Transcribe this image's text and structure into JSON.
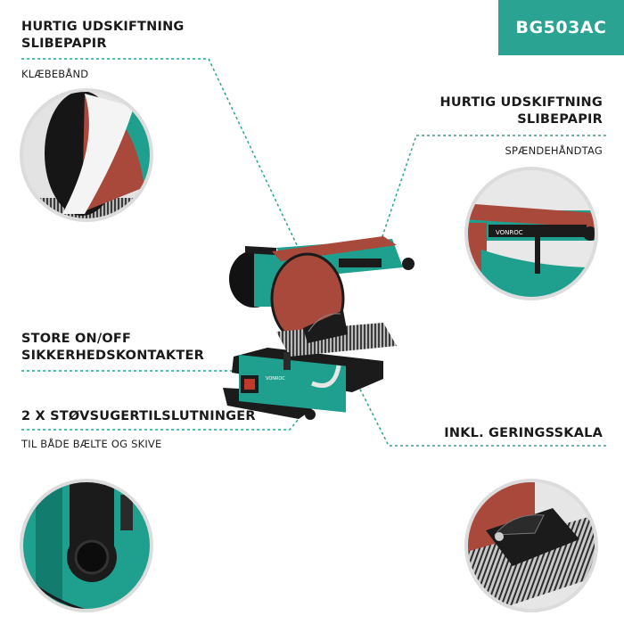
{
  "badge": {
    "model": "BG503AC",
    "color": "#2aa392"
  },
  "features": [
    {
      "title_line1": "HURTIG UDSKIFTNING",
      "title_line2": "SLIBEPAPIR",
      "subtitle": "KLÆBEBÅND",
      "icon": "disc-adhesive-closeup"
    },
    {
      "title_line1": "HURTIG UDSKIFTNING",
      "title_line2": "SLIBEPAPIR",
      "subtitle": "SPÆNDEHÅNDTAG",
      "icon": "belt-tension-lever-closeup"
    },
    {
      "title_line1": "STORE ON/OFF",
      "title_line2": "SIKKERHEDSKONTAKTER",
      "subtitle": "",
      "icon": ""
    },
    {
      "title_line1": "2 X STØVSUGERTILSLUTNINGER",
      "title_line2": "",
      "subtitle": "TIL BÅDE BÆLTE OG SKIVE",
      "icon": "dust-port-closeup"
    },
    {
      "title_line1": "INKL. GERINGSSKALA",
      "title_line2": "",
      "subtitle": "",
      "icon": "miter-gauge-closeup"
    }
  ],
  "product": {
    "brand_label": "VONROC",
    "icon": "belt-disc-sander"
  },
  "colors": {
    "accent": "#2aa392",
    "machine_teal": "#1fa08e",
    "belt": "#a8493b",
    "dark": "#1b1b1b"
  }
}
